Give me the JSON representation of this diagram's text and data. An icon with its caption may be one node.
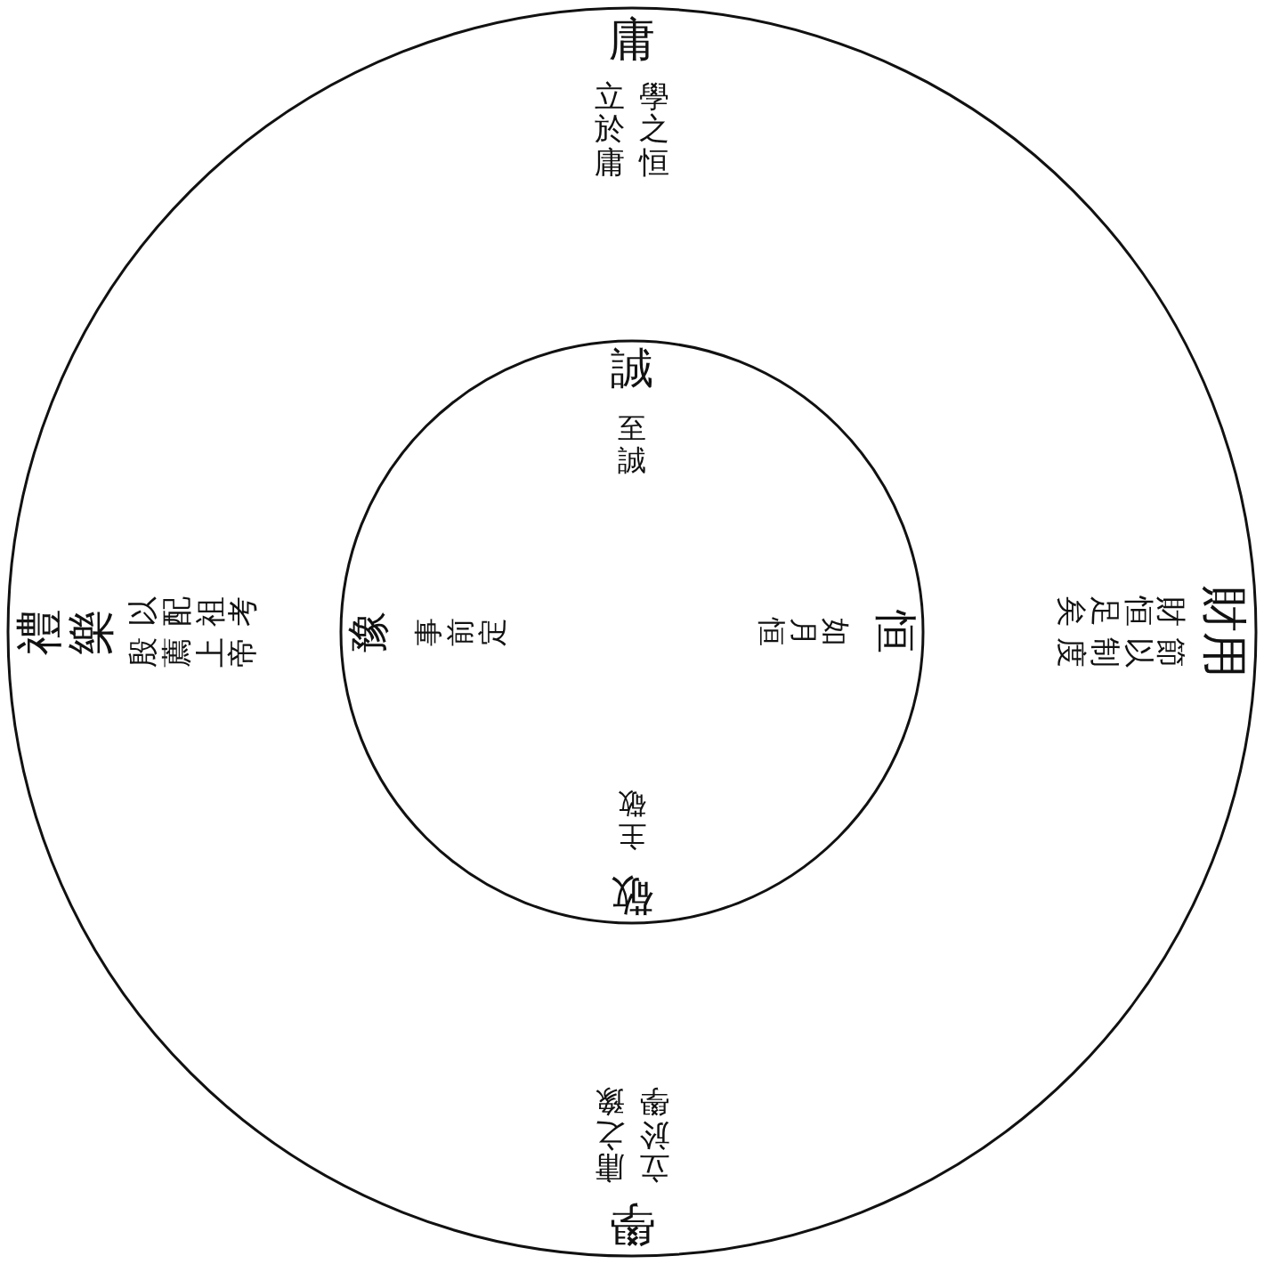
{
  "diagram": {
    "nodes": [
      {
        "text": [],
        "shape": "circle"
      },
      {
        "text": [],
        "shape": "circle",
        "in": 0
      },
      {
        "text": [
          "庸",
          "立於庸",
          "學之恒"
        ],
        "in": 0
      },
      {
        "text": [
          "財用",
          "財恒足矣",
          "節以制度"
        ],
        "in": 0
      },
      {
        "text": [
          "學",
          "庸之豫",
          "立於學"
        ],
        "in": 0
      },
      {
        "text": [
          "禮樂",
          "以配祖考",
          "殷薦上帝"
        ],
        "in": 0
      },
      {
        "text": [
          "誠",
          "至誠"
        ],
        "in": 1
      },
      {
        "text": [
          "恒",
          "如月恒"
        ],
        "in": 1
      },
      {
        "text": [
          "敬",
          "主敬"
        ],
        "in": 1
      },
      {
        "text": [
          "豫",
          "事前定"
        ],
        "in": 1
      }
    ]
  }
}
